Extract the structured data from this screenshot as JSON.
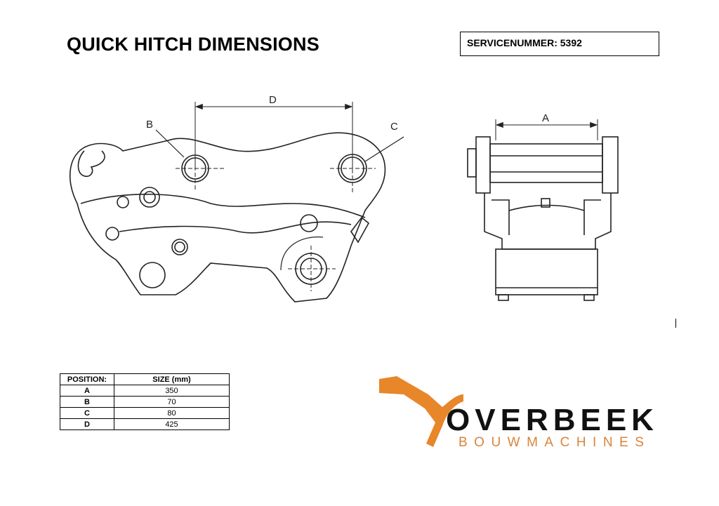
{
  "document": {
    "title": "QUICK HITCH DIMENSIONS",
    "service_number": "SERVICENUMMER: 5392"
  },
  "diagram": {
    "side_view_labels": {
      "d": "D",
      "b": "B",
      "c": "C"
    },
    "front_view_labels": {
      "a": "A"
    }
  },
  "table": {
    "headers": [
      "POSITION:",
      "SIZE (mm)"
    ],
    "rows": [
      {
        "position": "A",
        "size": "350"
      },
      {
        "position": "B",
        "size": "70"
      },
      {
        "position": "C",
        "size": "80"
      },
      {
        "position": "D",
        "size": "425"
      }
    ]
  },
  "logo": {
    "name": "OVERBEEK",
    "subtitle": "BOUWMACHINES",
    "color": "#e8862a"
  }
}
